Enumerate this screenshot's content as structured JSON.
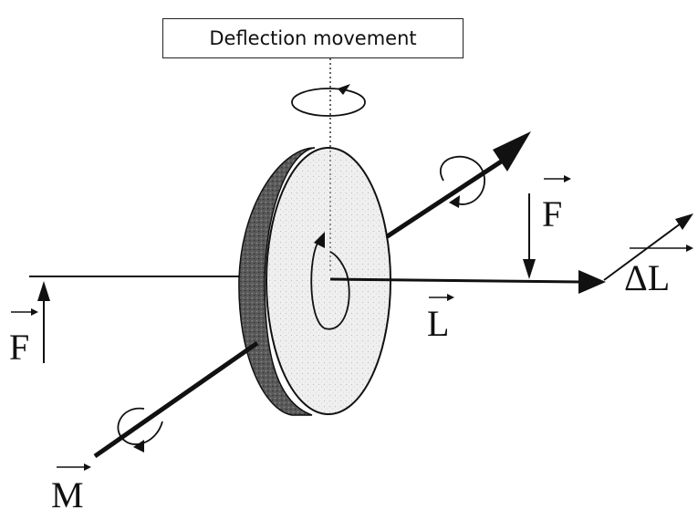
{
  "caption": "Deflection movement",
  "labels": {
    "force_right": "F",
    "force_left": "F",
    "angular_momentum": "L",
    "delta_angular_momentum": "ΔL",
    "torque": "M"
  },
  "colors": {
    "ink": "#111111",
    "disk_face": "#ececec",
    "disk_rim": "#555555"
  }
}
